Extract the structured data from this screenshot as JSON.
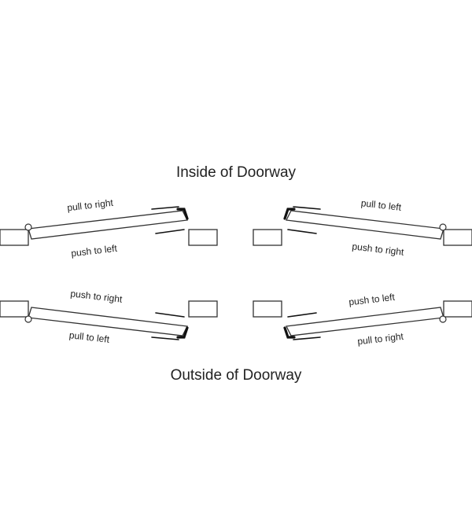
{
  "headings": {
    "inside": "Inside of Doorway",
    "outside": "Outside of Doorway"
  },
  "doors": {
    "top_left": {
      "label_upper": "pull to right",
      "label_lower": "push to left"
    },
    "top_right": {
      "label_upper": "pull to left",
      "label_lower": "push to right"
    },
    "bottom_left": {
      "label_upper": "push to right",
      "label_lower": "pull to left"
    },
    "bottom_right": {
      "label_upper": "push to left",
      "label_lower": "pull to right"
    }
  },
  "colors": {
    "line": "#333333",
    "text": "#222222",
    "background": "#ffffff"
  }
}
